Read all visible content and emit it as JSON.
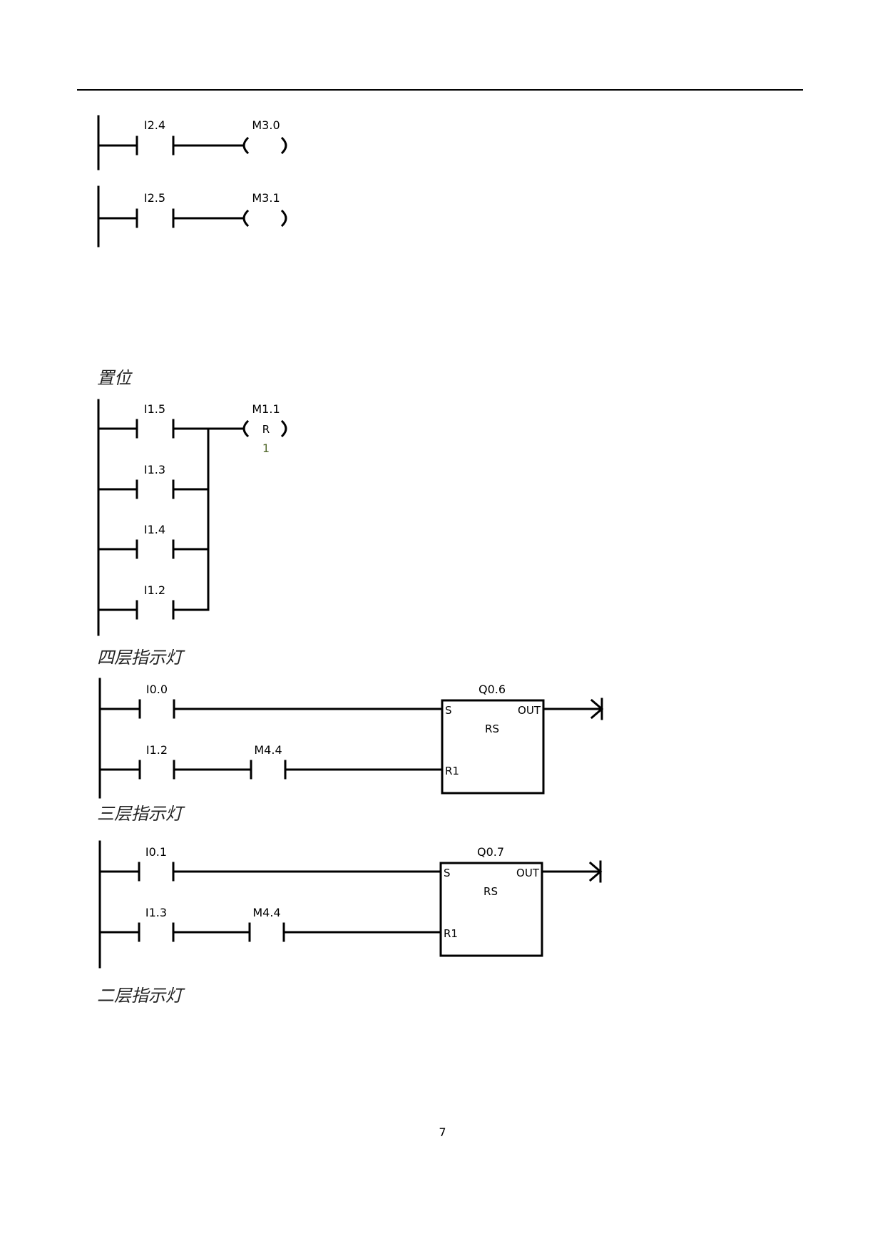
{
  "networks": {
    "n1": {
      "contact": "I2.4",
      "coil": "M3.0"
    },
    "n2": {
      "contact": "I2.5",
      "coil": "M3.1"
    },
    "n3": {
      "heading": "置位",
      "contacts": [
        "I1.5",
        "I1.3",
        "I1.4",
        "I1.2"
      ],
      "coil": "M1.1",
      "coil_type": "R",
      "coil_param": "1"
    },
    "n4": {
      "heading": "四层指示灯",
      "contact_s": "I0.0",
      "contact_r1": "I1.2",
      "contact_r2": "M4.4",
      "box": {
        "name": "Q0.6",
        "type": "RS",
        "pin_s": "S",
        "pin_r": "R1",
        "pin_out": "OUT"
      }
    },
    "n5": {
      "heading": "三层指示灯",
      "contact_s": "I0.1",
      "contact_r1": "I1.3",
      "contact_r2": "M4.4",
      "box": {
        "name": "Q0.7",
        "type": "RS",
        "pin_s": "S",
        "pin_r": "R1",
        "pin_out": "OUT"
      }
    }
  },
  "trailing_heading": "二层指示灯",
  "page_number": "7",
  "colors": {
    "line": "#000000",
    "param": "#556b2f"
  }
}
